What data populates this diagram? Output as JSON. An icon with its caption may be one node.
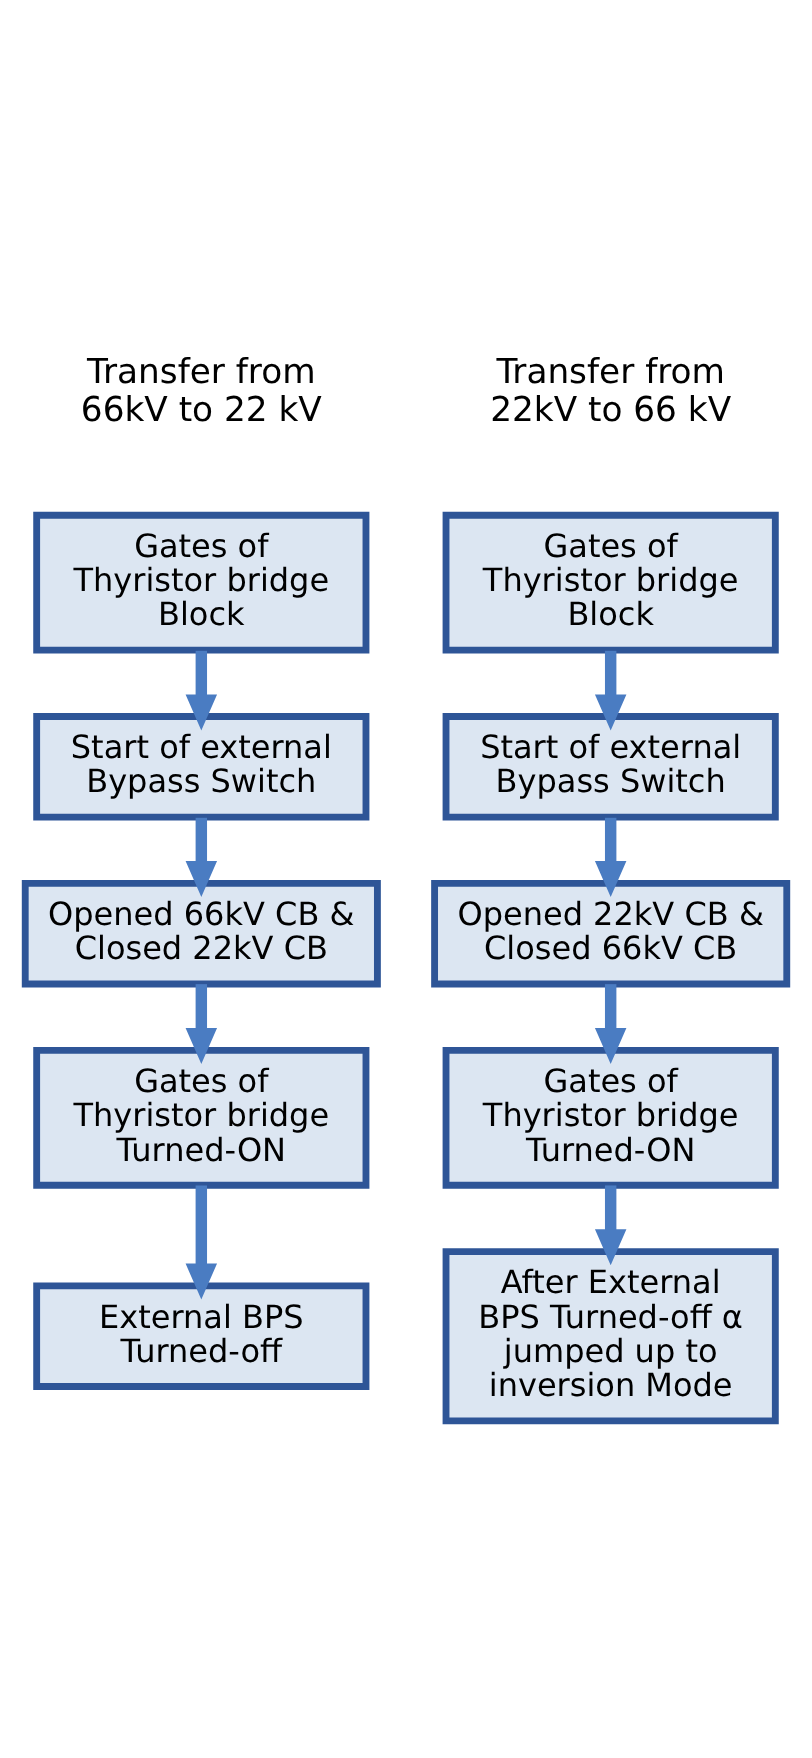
{
  "diagram": {
    "nodes": [
      {
        "text": [
          "Gates of Thyristor bridge Block"
        ]
      },
      {
        "text": [
          "Start of external Bypass Switch"
        ]
      },
      {
        "text": [
          "Opened 66kV CB & Closed 22kV CB"
        ]
      },
      {
        "text": [
          "Gates of Thyristor bridge Turned-ON"
        ]
      },
      {
        "text": [
          "External BPS Turned-off"
        ]
      },
      {
        "text": [
          "Gates of Thyristor bridge Block"
        ]
      },
      {
        "text": [
          "Start of external Bypass Switch"
        ]
      },
      {
        "text": [
          "Opened 22kV CB & Closed 66kV CB"
        ]
      },
      {
        "text": [
          "Gates of Thyristor bridge Turned-ON"
        ]
      },
      {
        "text": [
          "After External BPS Turned-off α jumped up to inversion Mode"
        ]
      }
    ],
    "edges": [
      {
        "from": 0,
        "to": 1,
        "arrow": "to"
      },
      {
        "from": 1,
        "to": 2,
        "arrow": "to"
      },
      {
        "from": 2,
        "to": 3,
        "arrow": "to"
      },
      {
        "from": 3,
        "to": 4,
        "arrow": "to"
      },
      {
        "from": 5,
        "to": 6,
        "arrow": "to"
      },
      {
        "from": 6,
        "to": 7,
        "arrow": "to"
      },
      {
        "from": 7,
        "to": 8,
        "arrow": "to"
      },
      {
        "from": 8,
        "to": 9,
        "arrow": "to"
      }
    ],
    "labels": [
      "Transfer from 66kV to 22 kV",
      "Transfer from 22kV to 66 kV"
    ]
  }
}
